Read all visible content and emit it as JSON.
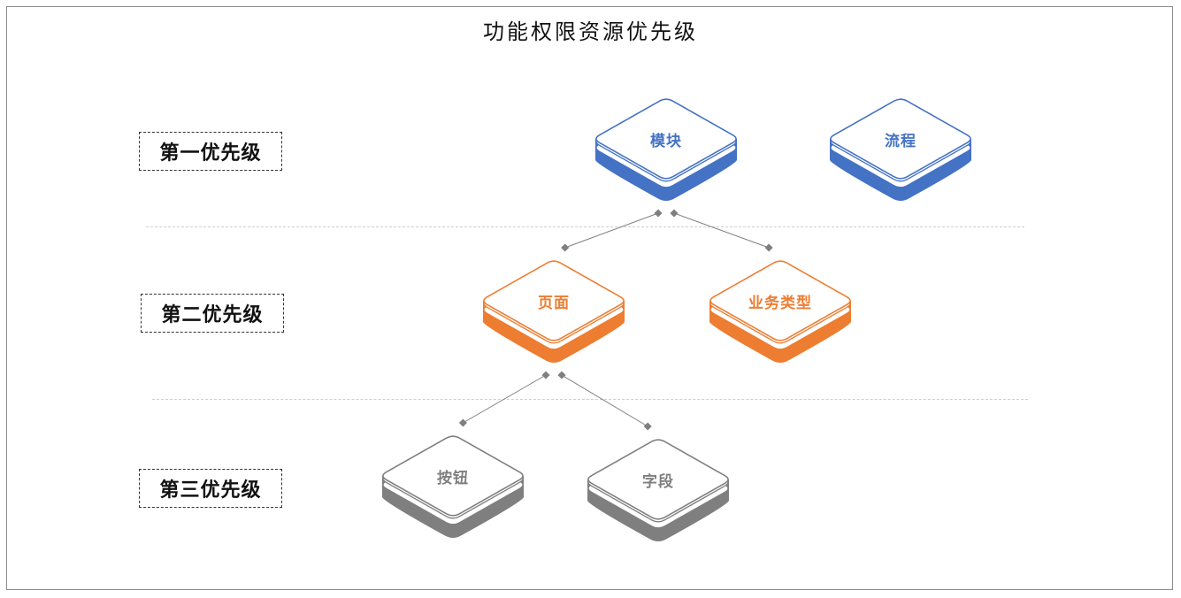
{
  "title": "功能权限资源优先级",
  "levels": [
    {
      "label": "第一优先级"
    },
    {
      "label": "第二优先级"
    },
    {
      "label": "第三优先级"
    }
  ],
  "colors": {
    "level1": "#4472c4",
    "level2": "#ed7d31",
    "level3": "#7f7f7f",
    "connector": "#7f7f7f",
    "divider": "#cfcfcf"
  },
  "tiles": {
    "module": "模块",
    "process": "流程",
    "page": "页面",
    "business_type": "业务类型",
    "button": "按钮",
    "field": "字段"
  },
  "edges": [
    {
      "from": "module",
      "to": "page"
    },
    {
      "from": "module",
      "to": "business_type"
    },
    {
      "from": "page",
      "to": "button"
    },
    {
      "from": "page",
      "to": "field"
    }
  ]
}
